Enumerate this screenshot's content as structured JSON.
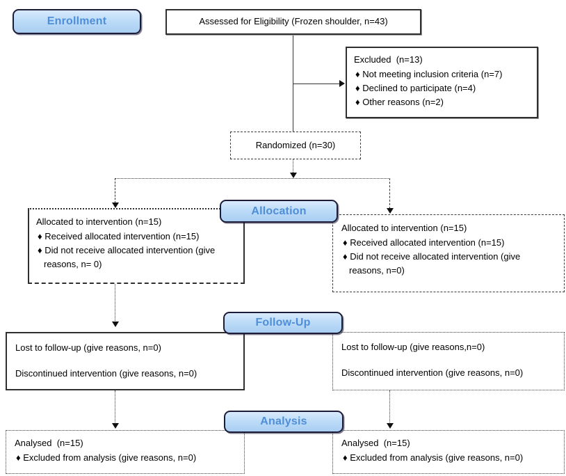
{
  "diagram": {
    "type": "consort-flow-diagram",
    "stage_labels": {
      "enrollment": "Enrollment",
      "allocation": "Allocation",
      "followup": "Follow-Up",
      "analysis": "Analysis"
    },
    "assessed": {
      "text": "Assessed for Eligibility (Frozen shoulder, n=43)"
    },
    "excluded": {
      "title": "Excluded  (n=13)",
      "items": [
        "♦ Not meeting inclusion criteria (n=7)",
        "♦ Declined to participate (n=4)",
        "♦ Other reasons (n=2)"
      ]
    },
    "randomized": {
      "text": "Randomized (n=30)"
    },
    "allocation_left": {
      "title": "Allocated to intervention (n=15)",
      "items": [
        "♦ Received allocated intervention (n=15)",
        "♦ Did not receive allocated intervention (give reasons, n= 0)"
      ]
    },
    "allocation_right": {
      "title": "Allocated to intervention (n=15)",
      "items": [
        "♦ Received allocated intervention (n=15)",
        "♦ Did not receive allocated intervention (give reasons, n=0)"
      ]
    },
    "followup_left": {
      "lines": [
        "Lost to follow-up (give reasons, n=0)",
        "Discontinued intervention (give reasons, n=0)"
      ]
    },
    "followup_right": {
      "lines": [
        "Lost to follow-up (give reasons,n=0)",
        "Discontinued intervention (give reasons, n=0)"
      ]
    },
    "analysis_left": {
      "title": "Analysed  (n=15)",
      "items": [
        "♦ Excluded from analysis (give reasons, n=0)"
      ]
    },
    "analysis_right": {
      "title": "Analysed  (n=15)",
      "items": [
        "♦ Excluded from analysis (give reasons, n=0)"
      ]
    },
    "colors": {
      "stage_fill_top": "#d9eafc",
      "stage_fill_bottom": "#a9cef2",
      "stage_text": "#4e8fd8",
      "stage_border": "#1c1c38",
      "box_border": "#2f2f2f",
      "body_text": "#000000",
      "background": "#ffffff"
    }
  }
}
